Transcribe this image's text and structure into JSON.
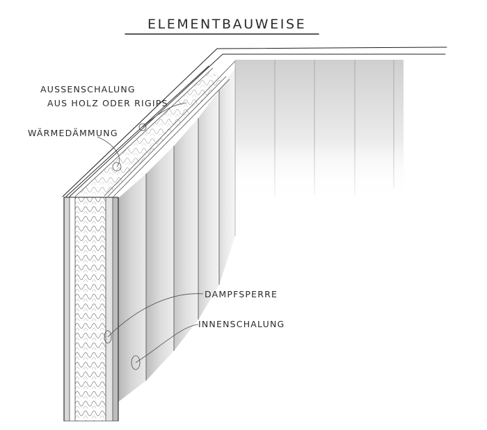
{
  "title": "ELEMENTBAUWEISE",
  "labels": {
    "aussenschalung_line1": "AUSSENSCHALUNG",
    "aussenschalung_line2": "AUS HOLZ ODER RIGIPS",
    "waermedaemmung": "WÄRMEDÄMMUNG",
    "dampfsperre": "DAMPFSPERRE",
    "innenschalung": "INNENSCHALUNG"
  },
  "colors": {
    "ink": "#1e1e1e",
    "shade_dark": "#8f8f8f",
    "shade_mid": "#c4c4c4",
    "shade_light": "#e6e6e6",
    "paper": "#ffffff"
  }
}
